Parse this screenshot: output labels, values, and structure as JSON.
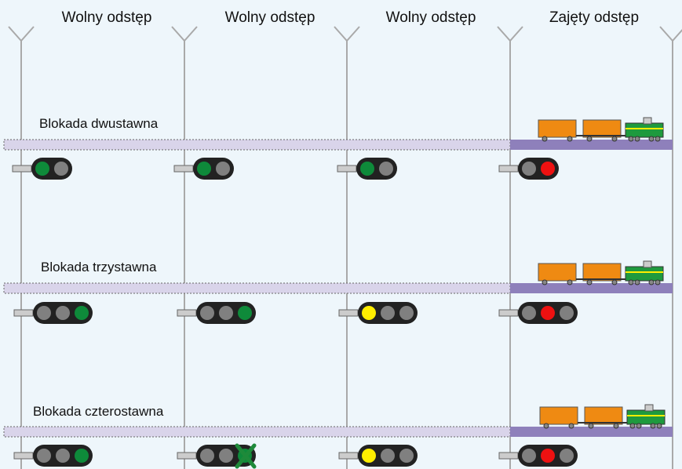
{
  "colors": {
    "background": "#eef6fb",
    "track_free": "#d9d4ea",
    "track_occupied": "#8e80bb",
    "pole": "#a9a9a9",
    "signal_body": "#222222",
    "lamp_off": "#808080",
    "lamp_green": "#0e8a3a",
    "lamp_red": "#ee1111",
    "lamp_yellow": "#ffee00",
    "wagon": "#ef8a12",
    "locomotive": "#1e9a3e",
    "cross_mark": "#1e8a3a"
  },
  "sections": [
    {
      "label": "Wolny odstęp",
      "occupied": false
    },
    {
      "label": "Wolny odstęp",
      "occupied": false
    },
    {
      "label": "Wolny odstęp",
      "occupied": false
    },
    {
      "label": "Zajęty odstęp",
      "occupied": true
    }
  ],
  "rows": [
    {
      "title": "Blokada dwustawna",
      "signals": [
        {
          "lamps": [
            "green",
            "off"
          ],
          "crossed": false
        },
        {
          "lamps": [
            "green",
            "off"
          ],
          "crossed": false
        },
        {
          "lamps": [
            "green",
            "off"
          ],
          "crossed": false
        },
        {
          "lamps": [
            "off",
            "red"
          ],
          "crossed": false
        }
      ]
    },
    {
      "title": "Blokada trzystawna",
      "signals": [
        {
          "lamps": [
            "off",
            "off",
            "green"
          ],
          "crossed": false
        },
        {
          "lamps": [
            "off",
            "off",
            "green"
          ],
          "crossed": false
        },
        {
          "lamps": [
            "yellow",
            "off",
            "off"
          ],
          "crossed": false
        },
        {
          "lamps": [
            "off",
            "red",
            "off"
          ],
          "crossed": false
        }
      ]
    },
    {
      "title": "Blokada czterostawna",
      "signals": [
        {
          "lamps": [
            "off",
            "off",
            "green"
          ],
          "crossed": false
        },
        {
          "lamps": [
            "off",
            "off",
            "green"
          ],
          "crossed": true
        },
        {
          "lamps": [
            "yellow",
            "off",
            "off"
          ],
          "crossed": false
        },
        {
          "lamps": [
            "off",
            "red",
            "off"
          ],
          "crossed": false
        }
      ]
    }
  ]
}
